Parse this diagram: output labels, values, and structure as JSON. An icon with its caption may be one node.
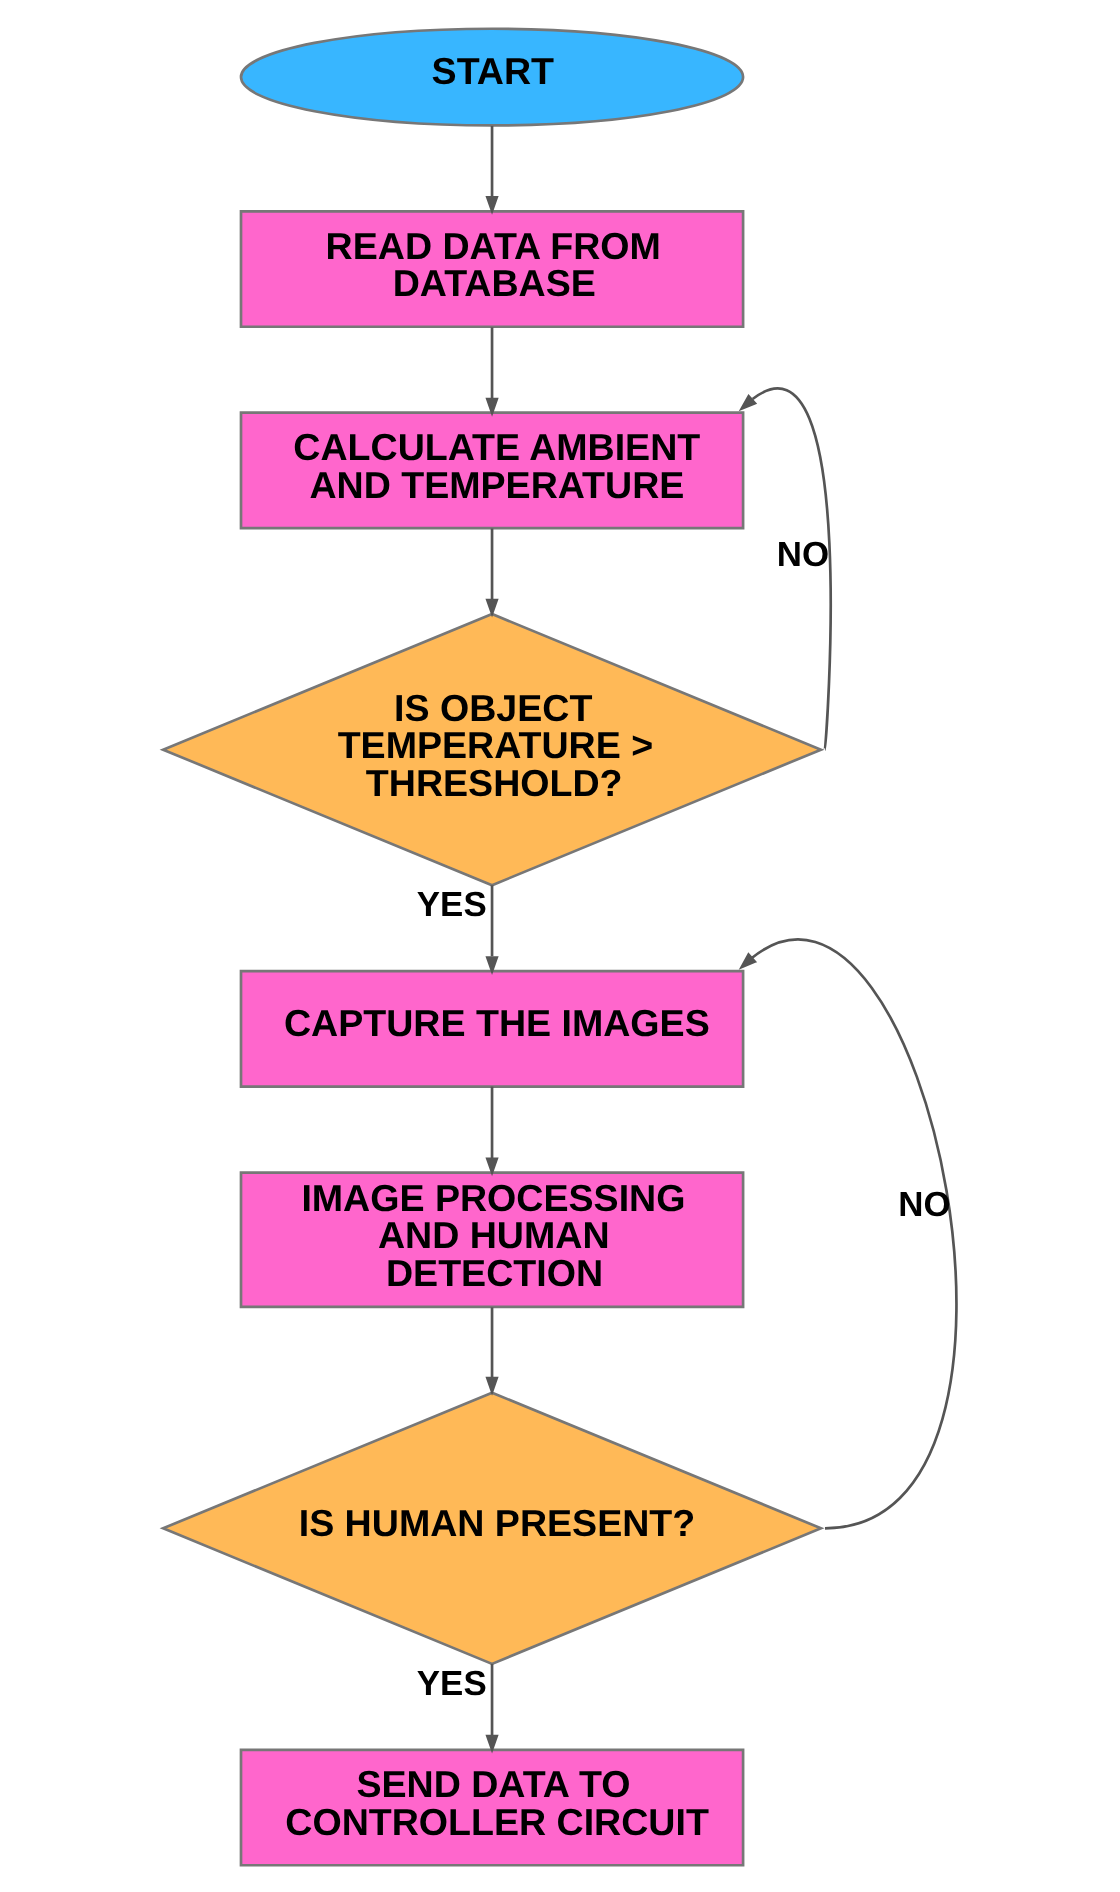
{
  "diagram": {
    "nodes": [
      {
        "text": [
          "START"
        ]
      },
      {
        "text": [
          "READ DATA FROM DATABASE"
        ]
      },
      {
        "text": [
          "CALCULATE AMBIENT AND TEMPERATURE"
        ]
      },
      {
        "text": [
          "IS OBJECT TEMPERATURE > THRESHOLD?"
        ]
      },
      {
        "text": [
          "CAPTURE THE IMAGES"
        ]
      },
      {
        "text": [
          "IMAGE PROCESSING AND HUMAN DETECTION"
        ]
      },
      {
        "text": [
          "IS HUMAN PRESENT?"
        ]
      },
      {
        "text": [
          "SEND DATA TO CONTROLLER CIRCUIT"
        ]
      }
    ],
    "edges": [
      {
        "from": 0,
        "to": 1,
        "arrow": "to"
      },
      {
        "from": 1,
        "to": 2,
        "arrow": "to"
      },
      {
        "from": 2,
        "to": 3,
        "arrow": "to"
      },
      {
        "from": 3,
        "to": 4,
        "arrow": "to",
        "label": "YES"
      },
      {
        "from": 4,
        "to": 5,
        "arrow": "to"
      },
      {
        "from": 5,
        "to": 6,
        "arrow": "to"
      },
      {
        "from": 6,
        "to": 7,
        "arrow": "to",
        "label": "YES"
      },
      {
        "from": 3,
        "to": 2,
        "arrow": "to",
        "label": "NO"
      },
      {
        "from": 6,
        "to": 4,
        "arrow": "to",
        "label": "NO"
      }
    ]
  }
}
